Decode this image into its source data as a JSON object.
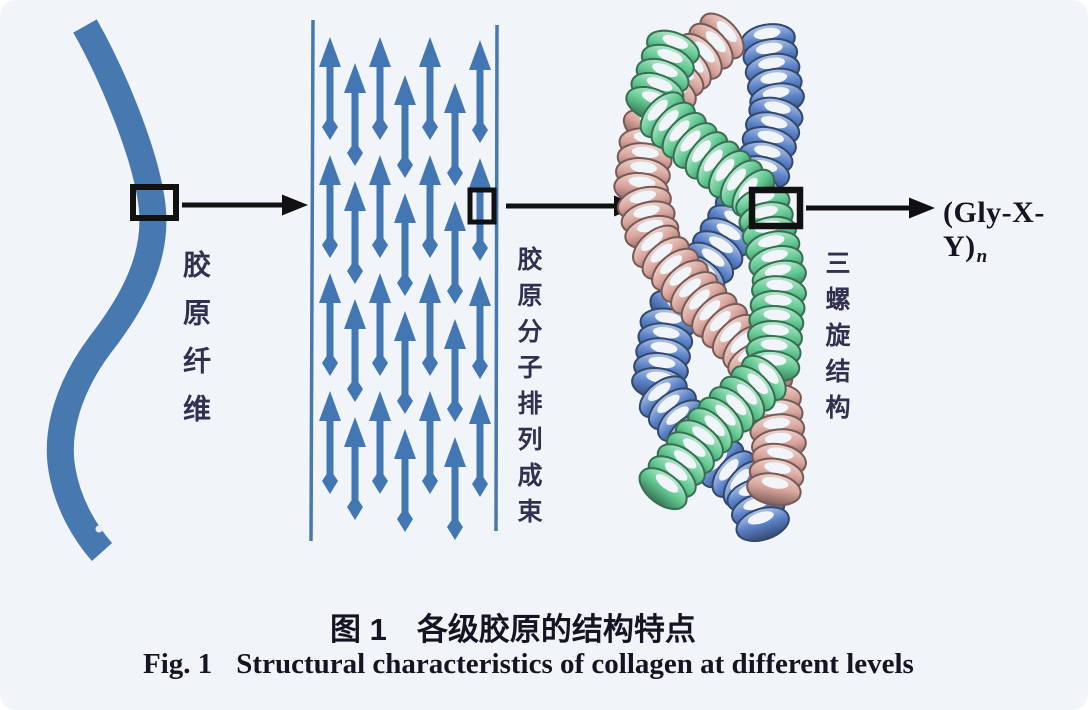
{
  "figure": {
    "caption_zh_prefix": "图 1",
    "caption_zh_text": "各级胶原的结构特点",
    "caption_en_prefix": "Fig. 1",
    "caption_en_text": "Structural characteristics of collagen at different levels"
  },
  "labels": {
    "fiber": "胶原纤维",
    "bundle": "胶原分子排列成束",
    "helix": "三螺旋结构"
  },
  "formula": {
    "base": "(Gly-X-Y)",
    "subscript": "n"
  },
  "flow": [
    "胶原纤维",
    "胶原分子排列成束",
    "三螺旋结构",
    "(Gly-X-Y)n"
  ],
  "colors": {
    "background": "#f1f5fa",
    "fiber_blue": "#4878b0",
    "arrow_blue": "#4377b4",
    "boundary_line_blue": "#4878b0",
    "strand_green": "#63c993",
    "strand_salmon": "#d8a49c",
    "strand_blue": "#5b82c8",
    "annotation_black": "#111111",
    "label_text": "#31314f"
  }
}
